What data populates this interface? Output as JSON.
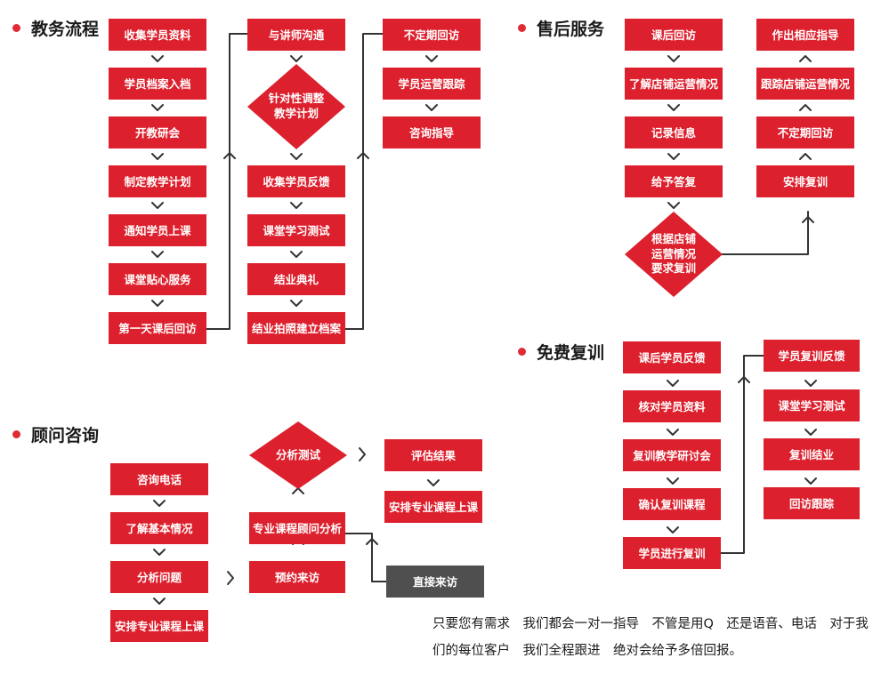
{
  "sections": {
    "teaching": "教务流程",
    "consult": "顾问咨询",
    "aftersale": "售后服务",
    "retrain": "免费复训"
  },
  "teaching": {
    "col1": [
      "收集学员资料",
      "学员档案入档",
      "开教研会",
      "制定教学计划",
      "通知学员上课",
      "课堂贴心服务",
      "第一天课后回访"
    ],
    "col2_top": "与讲师沟通",
    "col2_diamond": [
      "针对性调整",
      "教学计划"
    ],
    "col2": [
      "收集学员反馈",
      "课堂学习测试",
      "结业典礼",
      "结业拍照建立档案"
    ],
    "col3": [
      "不定期回访",
      "学员运营跟踪",
      "咨询指导"
    ]
  },
  "consult": {
    "col1": [
      "咨询电话",
      "了解基本情况",
      "分析问题",
      "安排专业课程上课"
    ],
    "diamond": "分析测试",
    "analysis": "专业课程顾问分析",
    "visit": "预约来访",
    "direct": "直接来访",
    "result": [
      "评估结果",
      "安排专业课程上课"
    ]
  },
  "aftersale": {
    "col1": [
      "课后回访",
      "了解店铺运营情况",
      "记录信息",
      "给予答复"
    ],
    "diamond": [
      "根据店铺",
      "运营情况",
      "要求复训"
    ],
    "col2": [
      "作出相应指导",
      "跟踪店铺运营情况",
      "不定期回访",
      "安排复训"
    ]
  },
  "retrain": {
    "col1": [
      "课后学员反馈",
      "核对学员资料",
      "复训教学研讨会",
      "确认复训课程",
      "学员进行复训"
    ],
    "col2": [
      "学员复训反馈",
      "课堂学习测试",
      "复训结业",
      "回访跟踪"
    ]
  },
  "note": "只要您有需求　我们都会一对一指导　不管是用Q　还是语音、电话　对于我们的每位客户　我们全程跟进　绝对会给予多倍回报。",
  "colors": {
    "accent": "#dd202d",
    "gray": "#4f4f4f",
    "line": "#333333"
  }
}
